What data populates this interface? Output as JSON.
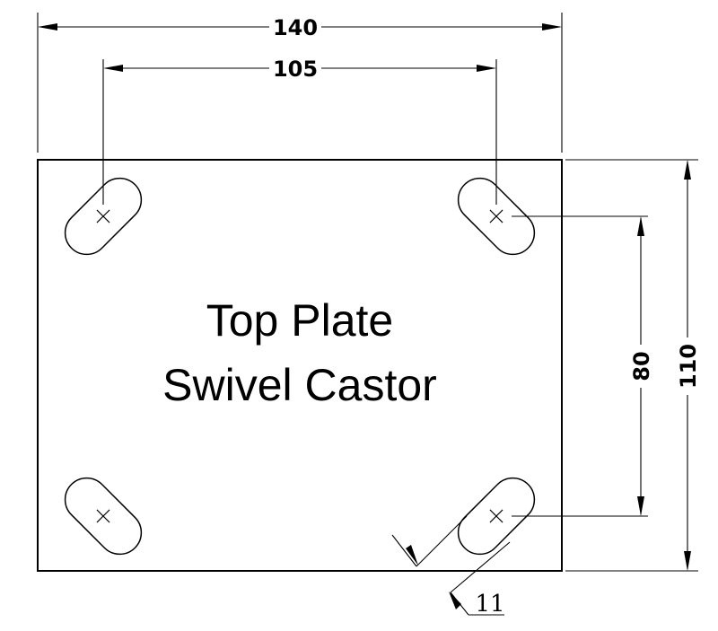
{
  "title": {
    "line1": "Top Plate",
    "line2": "Swivel Castor"
  },
  "dimensions": {
    "overall_width": "140",
    "hole_spacing_width": "105",
    "overall_height": "110",
    "hole_spacing_height": "80",
    "slot_width": "11"
  },
  "colors": {
    "line": "#000000",
    "background": "#ffffff"
  }
}
